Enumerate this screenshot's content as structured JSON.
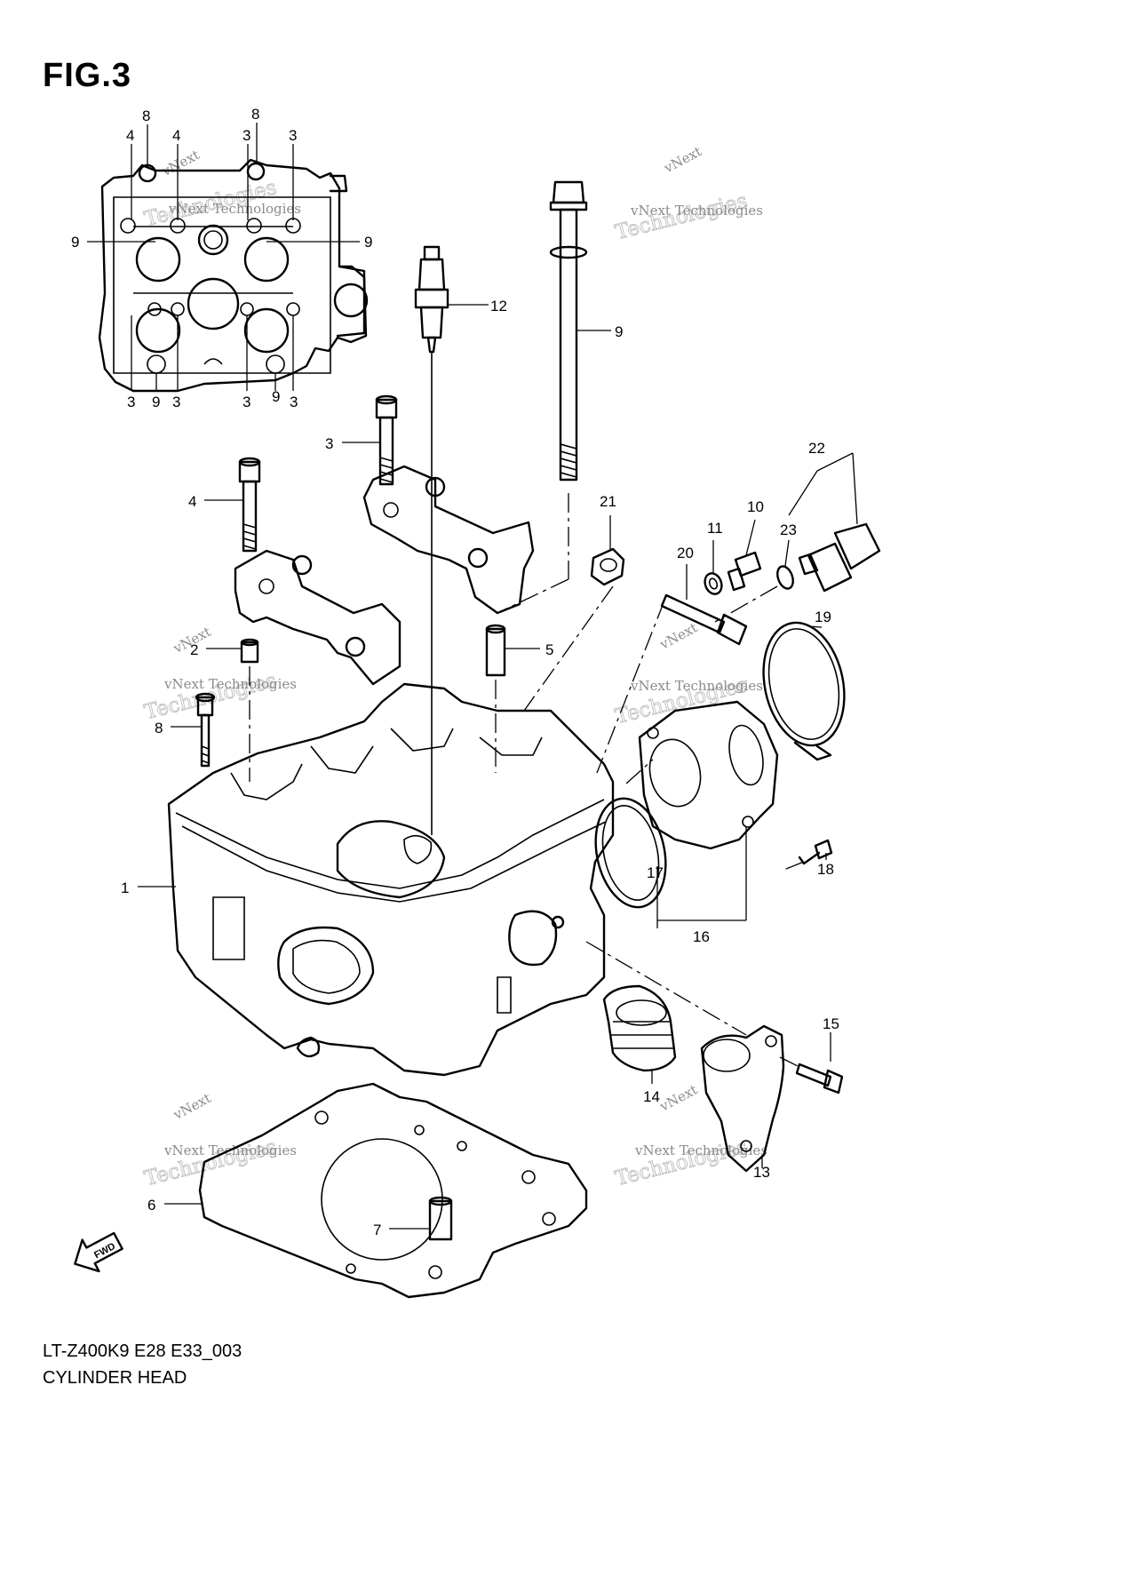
{
  "figure": {
    "title": "FIG.3",
    "model_code": "LT-Z400K9 E28 E33_003",
    "caption": "CYLINDER HEAD"
  },
  "watermark": {
    "line1": "vNext Technologies",
    "line2": "Technologies",
    "line3": "vNext"
  },
  "fwd_label": "FWD",
  "callouts": [
    "1",
    "2",
    "3",
    "4",
    "5",
    "6",
    "7",
    "8",
    "9",
    "10",
    "11",
    "12",
    "13",
    "14",
    "15",
    "16",
    "17",
    "18",
    "19",
    "20",
    "21",
    "22",
    "23"
  ]
}
